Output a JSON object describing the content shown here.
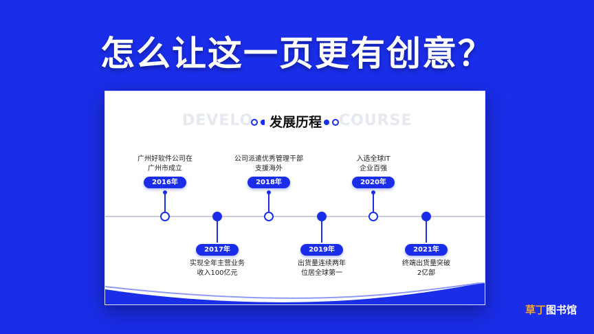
{
  "headline": "怎么让这一页更有创意？",
  "slide": {
    "bg_left": "DEVELO",
    "bg_right": "COURSE",
    "title": "发展历程",
    "milestones": [
      {
        "year": "2016年",
        "lines": [
          "广州好软件公司在",
          "广州市成立"
        ]
      },
      {
        "year": "2017年",
        "lines": [
          "实现全年主营业务",
          "收入100亿元"
        ]
      },
      {
        "year": "2018年",
        "lines": [
          "公司派遣优秀管理干部",
          "支援海外"
        ]
      },
      {
        "year": "2019年",
        "lines": [
          "出货量连续两年",
          "位居全球第一"
        ]
      },
      {
        "year": "2020年",
        "lines": [
          "入选全球IT",
          "企业百强"
        ]
      },
      {
        "year": "2021年",
        "lines": [
          "终端出货量突破",
          "2亿部"
        ]
      }
    ],
    "accent_color": "#1a2de8"
  },
  "watermark": {
    "accent": "草丁",
    "rest": "图书馆"
  }
}
